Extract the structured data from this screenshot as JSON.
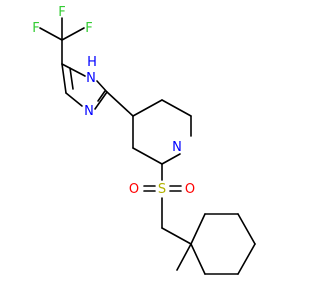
{
  "molecule": {
    "atom_labels": {
      "F1": "F",
      "F2": "F",
      "F3": "F",
      "H": "H",
      "NH": "N",
      "N_imidazole": "N",
      "N_piperidine": "N",
      "S": "S",
      "O_left": "O",
      "O_right": "O"
    }
  },
  "colors": {
    "bond": "#000000",
    "fluorine": "#33cc33",
    "nitrogen": "#0000ff",
    "sulfur": "#b2b200",
    "oxygen": "#ff0000",
    "background": "#ffffff"
  }
}
